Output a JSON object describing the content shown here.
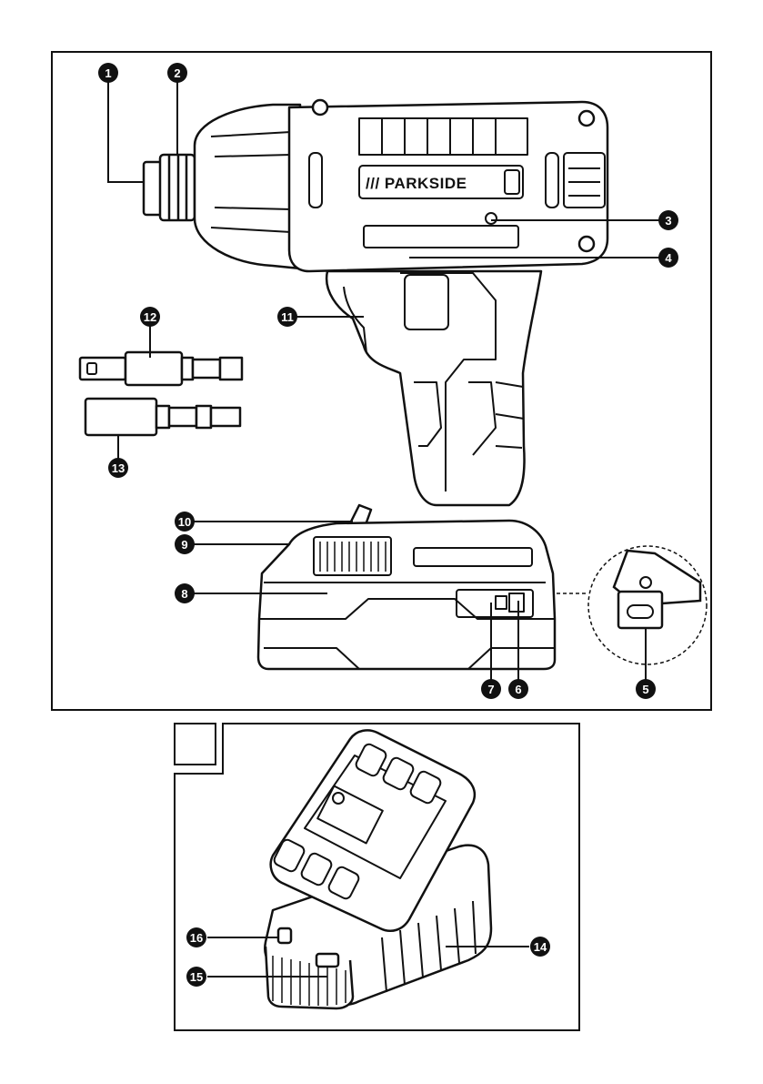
{
  "figure_a": {
    "brand_label": "/// PARKSIDE",
    "callouts": [
      "1",
      "2",
      "3",
      "4",
      "5",
      "6",
      "7",
      "8",
      "9",
      "10",
      "11",
      "12",
      "13"
    ]
  },
  "figure_b": {
    "panel_label": "",
    "callouts": [
      "14",
      "15",
      "16"
    ]
  }
}
